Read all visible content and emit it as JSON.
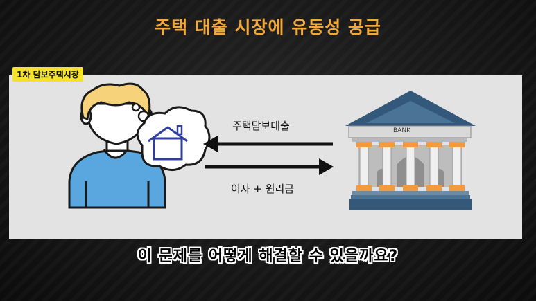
{
  "title": "주택 대출 시장에 유동성 공급",
  "tag": "1차 담보주택시장",
  "arrow_top_label": "주택담보대출",
  "arrow_bottom_label": "이자 + 원리금",
  "bank_sign": "BANK",
  "caption": "이 문제를 어떻게 해결할 수 있을까요?",
  "colors": {
    "title": "#f2a93b",
    "tag_bg": "#f5e22c",
    "panel": "#e3e3e3",
    "person_shirt": "#5aa7e0",
    "person_hair": "#f6d37a",
    "house_stroke": "#2f3f9a",
    "bank_roof": "#34587a",
    "bank_columns": "#f0f0f0",
    "bank_capitals": "#f29a3d"
  }
}
